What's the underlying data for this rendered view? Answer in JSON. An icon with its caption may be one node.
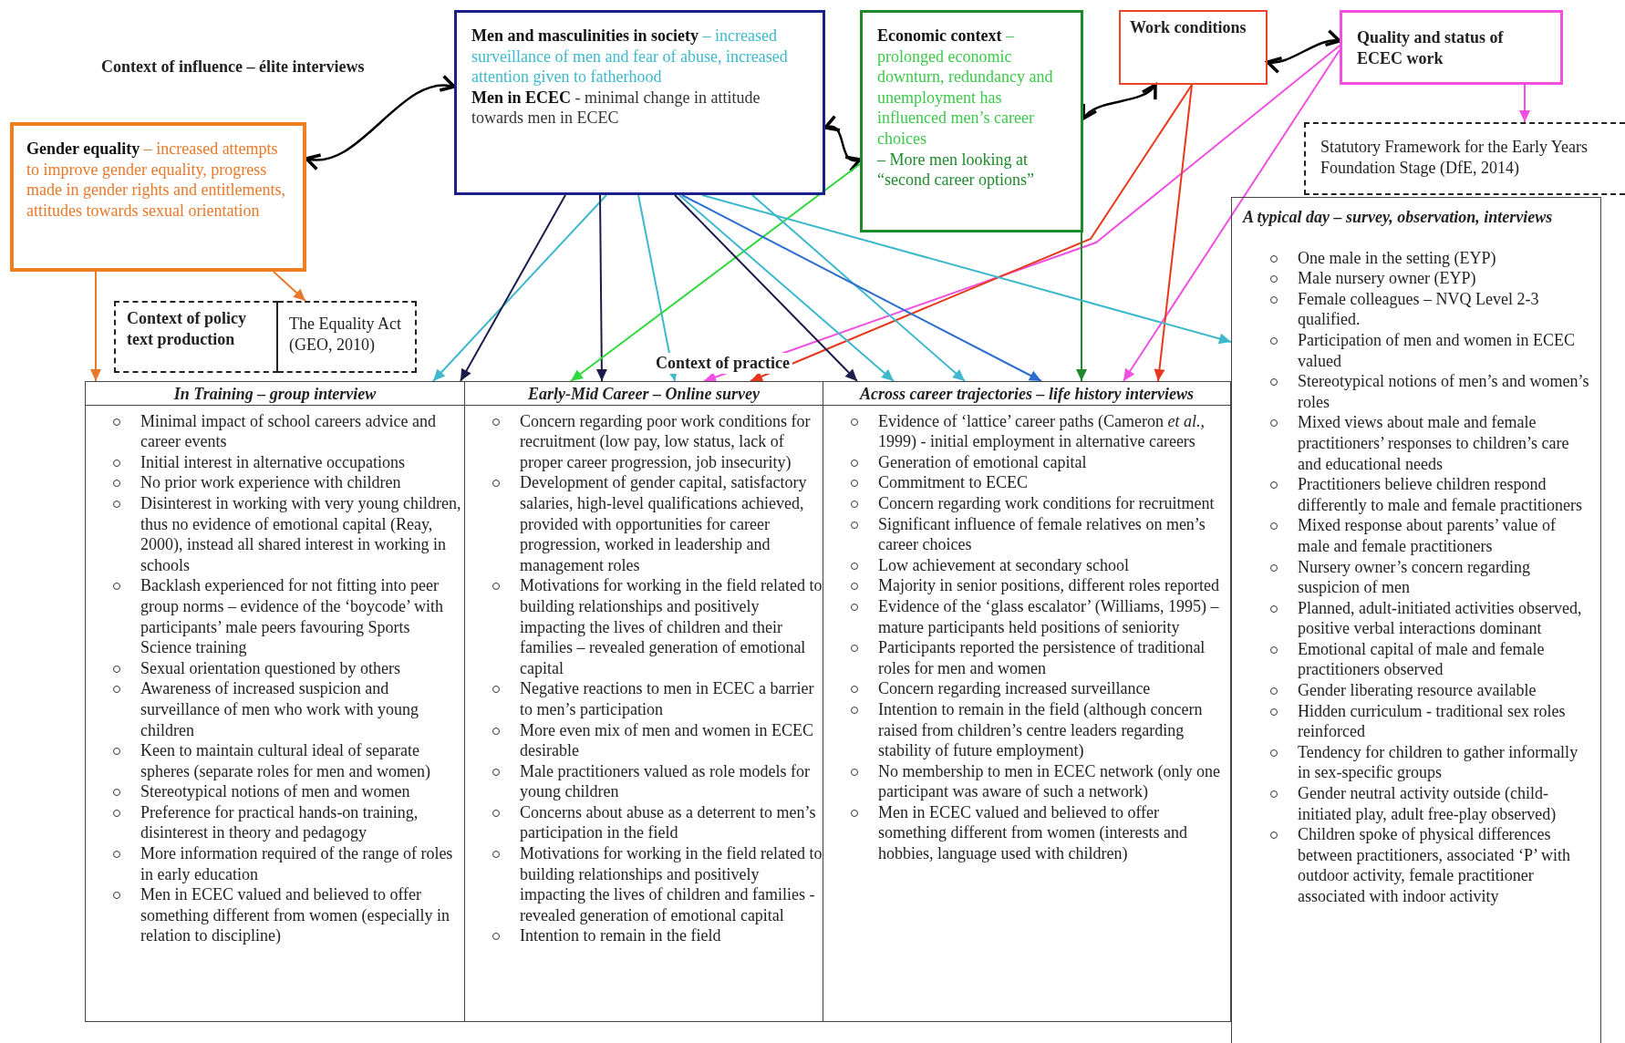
{
  "diagram": {
    "nodes": [
      {
        "text": [
          "**Gender equality** – increased attempts to improve gender equality, progress made in gender rights and entitlements, attitudes towards sexual orientation"
        ]
      },
      {
        "text": [
          "**Men and masculinities in society** – increased surveillance of men and fear of abuse, increased attention given to fatherhood",
          "**Men in ECEC** - minimal change in attitude towards men in ECEC"
        ]
      },
      {
        "text": [
          "**Economic context** – prolonged economic downturn, redundancy and unemployment has influenced men’s career choices",
          "– More men looking at “second career options”"
        ]
      },
      {
        "text": [
          "Work conditions"
        ]
      },
      {
        "text": [
          "Quality and status of ECEC work"
        ]
      },
      {
        "text": [
          "Context of policy text production"
        ]
      },
      {
        "text": [
          "The Equality Act (GEO, 2010)"
        ]
      },
      {
        "text": [
          "Statutory Framework for the Early Years Foundation Stage (DfE, 2014)"
        ]
      },
      {
        "text": [
          "In Training – group interview",
          "Minimal impact of school careers advice and career events",
          "Initial interest in alternative occupations",
          "No prior work experience with children",
          "Disinterest in working with very young children, thus no evidence of emotional capital (Reay, 2000), instead all shared interest in working in schools",
          "Backlash experienced for not fitting into peer group norms – evidence of the ‘boycode’ with participants’ male peers favouring Sports Science training",
          "Sexual orientation questioned by others",
          "Awareness of increased suspicion and surveillance of men who work with young children",
          "Keen to maintain cultural ideal of separate spheres (separate roles for men and women)",
          "Stereotypical notions of men and women",
          "Preference for practical hands-on training, disinterest in theory and pedagogy",
          "More information required of the range of roles in early education",
          "Men in ECEC valued and believed to offer something different from women (especially in relation to discipline)"
        ]
      },
      {
        "text": [
          "Early-Mid Career – Online survey",
          "Concern regarding poor work conditions for recruitment (low pay, low status, lack of proper career progression, job insecurity)",
          "Development of gender capital, satisfactory salaries, high-level qualifications achieved, provided with opportunities for career progression, worked in leadership and management roles",
          "Motivations for working in the field related to building relationships and positively impacting the lives of children and their families – revealed generation of emotional capital",
          "Negative reactions to men in ECEC a barrier to men’s participation",
          "More even mix of men and women in ECEC desirable",
          "Male practitioners valued as role models for young children",
          "Concerns about abuse as a deterrent to men’s participation in the field",
          "Motivations for working in the field related to building relationships and positively impacting the lives of children and families - revealed generation of emotional capital",
          "Intention to remain in the field"
        ]
      },
      {
        "text": [
          "Across career trajectories – life history interviews",
          "Evidence of ‘lattice’ career paths (Cameron *et al.,* 1999) - initial employment in alternative careers",
          "Generation of emotional capital",
          "Commitment to ECEC",
          "Concern regarding work conditions for recruitment",
          "Significant influence of female relatives on men’s career choices",
          "Low achievement at secondary school",
          "Majority in senior positions, different roles reported",
          "Evidence of the ‘glass escalator’ (Williams, 1995) – mature participants held positions of seniority",
          "Participants reported the persistence of traditional roles for men and women",
          "Concern regarding increased surveillance",
          "Intention to remain in the field (although concern raised from children’s centre leaders regarding stability of future employment)",
          "No membership to men in ECEC network (only one participant was aware of such a network)",
          "Men in ECEC valued and believed to offer something different from women (interests and hobbies, language used with children)"
        ]
      },
      {
        "text": [
          "A typical day – survey, observation, interviews",
          "One male in the setting (EYP)",
          "Male nursery owner (EYP)",
          "Female colleagues – NVQ Level 2-3 qualified.",
          "Participation of men and women in ECEC valued",
          "Stereotypical notions of men’s and women’s roles",
          "Mixed views about male and female practitioners’ responses to children’s care and educational needs",
          "Practitioners believe children respond differently to male and female practitioners",
          "Mixed response about parents’ value of male and female practitioners",
          "Nursery owner’s concern regarding suspicion of men",
          "Planned, adult-initiated activities observed, positive verbal interactions dominant",
          "Emotional capital of male and female practitioners observed",
          "Gender liberating resource available",
          "Hidden curriculum - traditional sex roles reinforced",
          "Tendency for children to gather informally in sex-specific groups",
          "Gender neutral activity outside (child-initiated play, adult free-play observed)",
          "Children spoke of physical differences between practitioners, associated ‘P’ with outdoor activity, female practitioner associated with indoor activity"
        ]
      }
    ],
    "edges": [
      {
        "from": 0,
        "to": 1,
        "arrow": "both",
        "color": "#000000"
      },
      {
        "from": 1,
        "to": 2,
        "arrow": "both",
        "color": "#000000"
      },
      {
        "from": 2,
        "to": 3,
        "arrow": "both",
        "color": "#000000"
      },
      {
        "from": 3,
        "to": 4,
        "arrow": "both",
        "color": "#000000"
      },
      {
        "from": 0,
        "to": 8,
        "arrow": "to",
        "color": "#e8782a"
      },
      {
        "from": 0,
        "to": 6,
        "arrow": "to",
        "color": "#e8782a"
      },
      {
        "from": 1,
        "to": 8,
        "arrow": "to",
        "color": "#3db8cc"
      },
      {
        "from": 1,
        "to": 8,
        "arrow": "to",
        "color": "#1c1c4a"
      },
      {
        "from": 1,
        "to": 9,
        "arrow": "to",
        "color": "#1c1c4a"
      },
      {
        "from": 1,
        "to": 9,
        "arrow": "to",
        "color": "#3db8cc"
      },
      {
        "from": 2,
        "to": 9,
        "arrow": "to",
        "color": "#2fd83f"
      },
      {
        "from": 4,
        "to": 9,
        "arrow": "to",
        "color": "#f04fe0"
      },
      {
        "from": 3,
        "to": 9,
        "arrow": "to",
        "color": "#e8381c"
      },
      {
        "from": 1,
        "to": 10,
        "arrow": "to",
        "color": "#1c1c4a"
      },
      {
        "from": 1,
        "to": 10,
        "arrow": "to",
        "color": "#3db8cc"
      },
      {
        "from": 1,
        "to": 10,
        "arrow": "to",
        "color": "#3db8cc"
      },
      {
        "from": 1,
        "to": 10,
        "arrow": "to",
        "color": "#2c6ed0"
      },
      {
        "from": 2,
        "to": 10,
        "arrow": "to",
        "color": "#1f8a2c"
      },
      {
        "from": 4,
        "to": 10,
        "arrow": "to",
        "color": "#f04fe0"
      },
      {
        "from": 3,
        "to": 10,
        "arrow": "to",
        "color": "#e8381c"
      },
      {
        "from": 1,
        "to": 11,
        "arrow": "to",
        "color": "#3db8cc"
      },
      {
        "from": 4,
        "to": 7,
        "arrow": "to",
        "color": "#f04fe0"
      }
    ],
    "labels": [
      "Context of influence – élite interviews",
      "Context of practice"
    ]
  }
}
